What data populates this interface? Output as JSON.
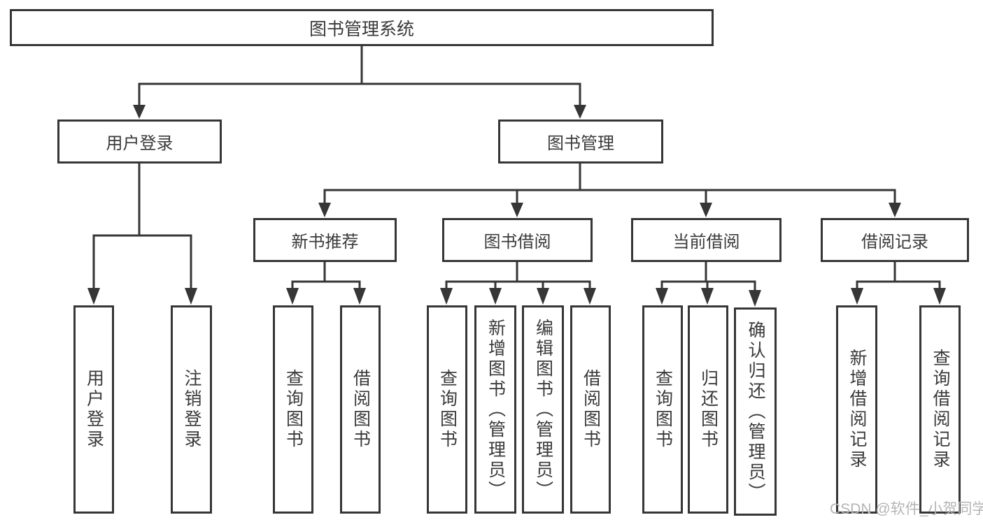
{
  "tree": {
    "label": "图书管理系统",
    "children": [
      {
        "label": "用户登录",
        "children": [
          {
            "label": "用户登录"
          },
          {
            "label": "注销登录"
          }
        ]
      },
      {
        "label": "图书管理",
        "children": [
          {
            "label": "新书推荐",
            "children": [
              {
                "label": "查询图书"
              },
              {
                "label": "借阅图书"
              }
            ]
          },
          {
            "label": "图书借阅",
            "children": [
              {
                "label": "查询图书"
              },
              {
                "label": "新增图书（管理员）"
              },
              {
                "label": "编辑图书（管理员）"
              },
              {
                "label": "借阅图书"
              }
            ]
          },
          {
            "label": "当前借阅",
            "children": [
              {
                "label": "查询图书"
              },
              {
                "label": "归还图书"
              },
              {
                "label": "确认归还（管理员）"
              }
            ]
          },
          {
            "label": "借阅记录",
            "children": [
              {
                "label": "新增借阅记录"
              },
              {
                "label": "查询借阅记录"
              }
            ]
          }
        ]
      }
    ]
  },
  "watermark": {
    "text": "CSDN @软件_小贺同学"
  },
  "colors": {
    "line": "#363636",
    "text": "#3a3a3a",
    "watermark": "#b5b5b5"
  }
}
